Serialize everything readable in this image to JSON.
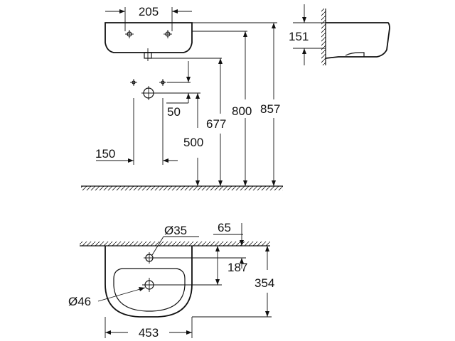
{
  "dimensions": {
    "front_width": "205",
    "side_height": "151",
    "total_height_857": "857",
    "height_800": "800",
    "height_677": "677",
    "height_500": "500",
    "offset_50": "50",
    "spacing_150": "150",
    "hole_diameter_35": "Ø35",
    "offset_65": "65",
    "depth_187": "187",
    "depth_354": "354",
    "drain_diameter_46": "Ø46",
    "plan_width_453": "453"
  }
}
